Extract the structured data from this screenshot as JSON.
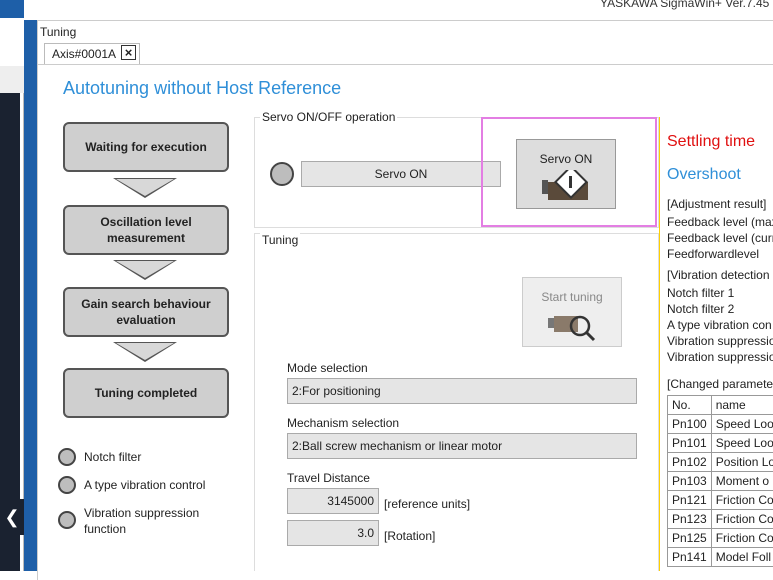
{
  "app": {
    "title": "YASKAWA SigmaWin+ Ver.7.45"
  },
  "panel": {
    "label": "Tuning",
    "tab_label": "Axis#0001A",
    "tab_close": "×"
  },
  "page_title": "Autotuning without Host Reference",
  "steps": [
    "Waiting for execution",
    "Oscillation level measurement",
    "Gain search behaviour evaluation",
    "Tuning completed"
  ],
  "legend": [
    "Notch filter",
    "A type vibration control",
    "Vibration suppression function"
  ],
  "servo_group": {
    "title": "Servo ON/OFF operation",
    "status": "Servo ON",
    "button_label": "Servo ON"
  },
  "tuning_group": {
    "title": "Tuning",
    "start_button": "Start tuning",
    "mode_label": "Mode selection",
    "mode_value": "2:For positioning",
    "mechanism_label": "Mechanism selection",
    "mechanism_value": "2:Ball screw mechanism or linear motor",
    "travel_label": "Travel Distance",
    "travel_value": "3145000",
    "travel_unit": "[reference units]",
    "rotation_value": "3.0",
    "rotation_unit": "[Rotation]"
  },
  "results": {
    "settling": "Settling time",
    "overshoot": "Overshoot",
    "adjustment_header": "[Adjustment result]",
    "feedback_max": "Feedback level (max",
    "feedback_curr": "Feedback level (curr",
    "feedforward": "Feedforwardlevel",
    "vibration_header": "[Vibration detection",
    "notch1": "Notch filter 1",
    "notch2": "Notch filter 2",
    "atype": "A type vibration con",
    "vib_sup1": "Vibration suppressio",
    "vib_sup2": "Vibration suppressio",
    "changed_header": "[Changed paramete",
    "table_headers": [
      "No.",
      "name"
    ],
    "table_rows": [
      [
        "Pn100",
        "Speed Loo"
      ],
      [
        "Pn101",
        "Speed Loo"
      ],
      [
        "Pn102",
        "Position Lo"
      ],
      [
        "Pn103",
        "Moment o"
      ],
      [
        "Pn121",
        "Friction Co"
      ],
      [
        "Pn123",
        "Friction Co"
      ],
      [
        "Pn125",
        "Friction Co"
      ],
      [
        "Pn141",
        "Model Foll"
      ]
    ]
  },
  "icons": {
    "collapse": "chevron-left-icon",
    "servo": "servo-power-icon",
    "search": "magnifier-motor-icon"
  }
}
